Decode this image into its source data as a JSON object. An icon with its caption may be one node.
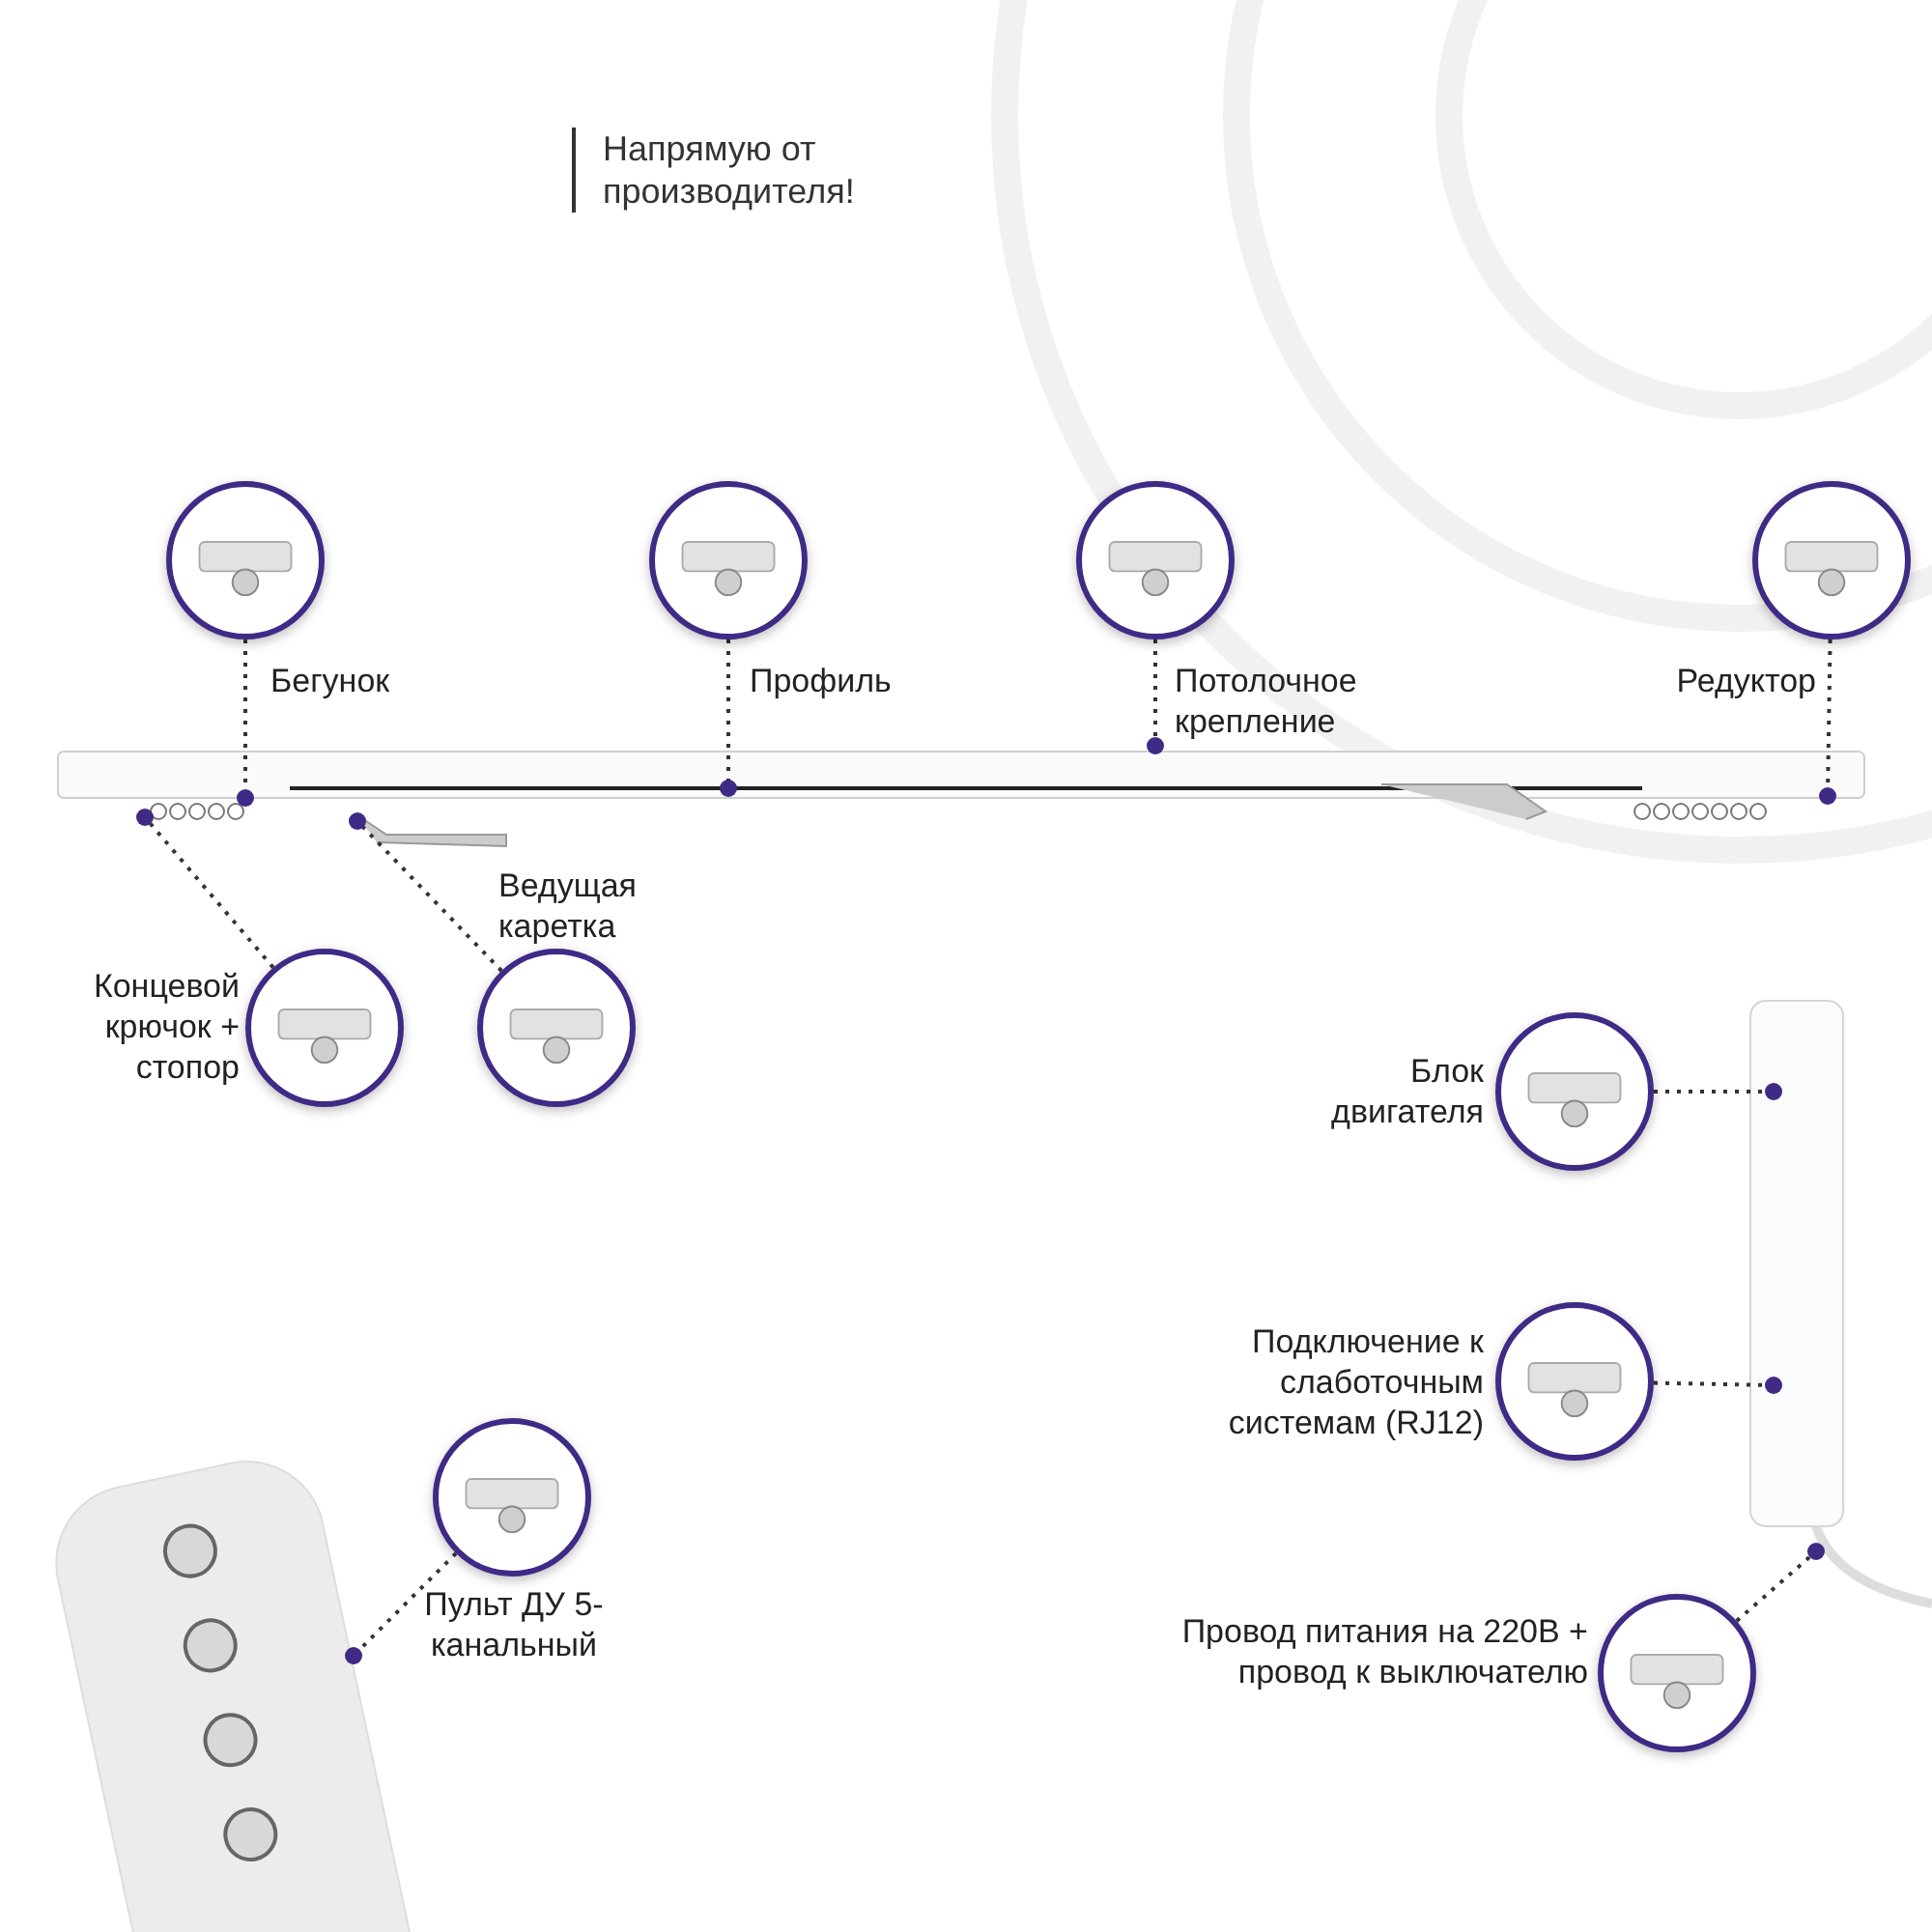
{
  "diagram": {
    "nodes": [
      {
        "text": [],
        "shape": "picture",
        "beside": [
          "Бегунок"
        ]
      },
      {
        "text": [],
        "shape": "picture",
        "beside": [
          "Профиль"
        ]
      },
      {
        "text": [],
        "shape": "picture",
        "beside": [
          "Потолочное крепление"
        ]
      },
      {
        "text": [],
        "shape": "picture",
        "beside": [
          "Редуктор"
        ]
      },
      {
        "text": [],
        "shape": "picture",
        "beside": [
          "Ведущая каретка"
        ]
      },
      {
        "text": [],
        "shape": "picture",
        "beside": [
          "Концевой крючок + стопор"
        ]
      },
      {
        "text": [],
        "shape": "picture",
        "beside": [
          "Блок двигателя"
        ]
      },
      {
        "text": [],
        "shape": "picture",
        "beside": [
          "Подключение к слаботочным системам (RJ12)"
        ]
      },
      {
        "text": [],
        "shape": "picture",
        "beside": [
          "Пульт ДУ 5-канальный"
        ]
      },
      {
        "text": [],
        "shape": "picture",
        "beside": [
          "Провод питания на 220В + провод к выключателю"
        ]
      },
      {
        "text": [],
        "shape": "picture"
      },
      {
        "text": [],
        "shape": "picture"
      },
      {
        "text": [],
        "shape": "picture"
      }
    ],
    "edges": [
      {
        "from": 0,
        "to": 10,
        "arrow": "other",
        "style": "dashed"
      },
      {
        "from": 1,
        "to": 10,
        "arrow": "other",
        "style": "dashed"
      },
      {
        "from": 2,
        "to": 10,
        "arrow": "other",
        "style": "dashed"
      },
      {
        "from": 3,
        "to": 10,
        "arrow": "other",
        "style": "dashed"
      },
      {
        "from": 4,
        "to": 10,
        "arrow": "other",
        "style": "dashed"
      },
      {
        "from": 5,
        "to": 10,
        "arrow": "other",
        "style": "dashed"
      },
      {
        "from": 6,
        "to": 11,
        "arrow": "other",
        "style": "dashed"
      },
      {
        "from": 7,
        "to": 11,
        "arrow": "other",
        "style": "dashed"
      },
      {
        "from": 8,
        "to": 12,
        "arrow": "other",
        "style": "dashed"
      },
      {
        "from": 9,
        "to": 11,
        "arrow": "other",
        "style": "dashed"
      }
    ],
    "labels": [
      "Напрямую от производителя!"
    ]
  }
}
